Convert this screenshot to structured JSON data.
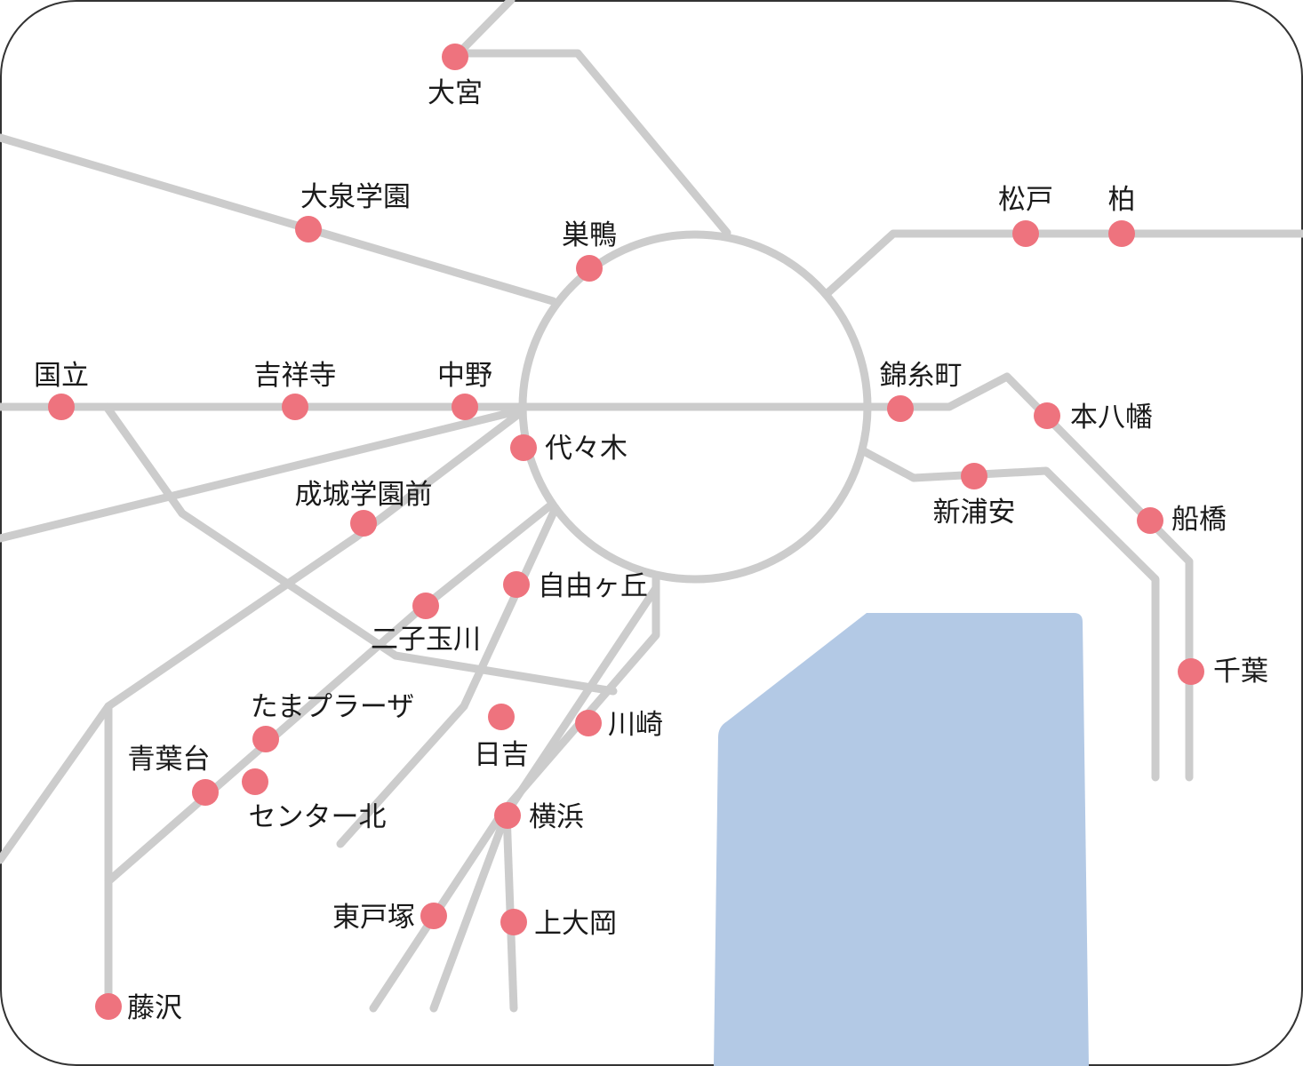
{
  "stations": [
    {
      "id": "omiya",
      "name": "大宮"
    },
    {
      "id": "oizumi-gakuen",
      "name": "大泉学園"
    },
    {
      "id": "sugamo",
      "name": "巣鴨"
    },
    {
      "id": "matsudo",
      "name": "松戸"
    },
    {
      "id": "kashiwa",
      "name": "柏"
    },
    {
      "id": "kunitachi",
      "name": "国立"
    },
    {
      "id": "kichijoji",
      "name": "吉祥寺"
    },
    {
      "id": "nakano",
      "name": "中野"
    },
    {
      "id": "kinshicho",
      "name": "錦糸町"
    },
    {
      "id": "motoyawata",
      "name": "本八幡"
    },
    {
      "id": "yoyogi",
      "name": "代々木"
    },
    {
      "id": "seijo-gakuen-mae",
      "name": "成城学園前"
    },
    {
      "id": "shin-urayasu",
      "name": "新浦安"
    },
    {
      "id": "funabashi",
      "name": "船橋"
    },
    {
      "id": "jiyugaoka",
      "name": "自由ヶ丘"
    },
    {
      "id": "futako-tamagawa",
      "name": "二子玉川"
    },
    {
      "id": "chiba",
      "name": "千葉"
    },
    {
      "id": "tama-plaza",
      "name": "たまプラーザ"
    },
    {
      "id": "kawasaki",
      "name": "川崎"
    },
    {
      "id": "hiyoshi",
      "name": "日吉"
    },
    {
      "id": "aobadai",
      "name": "青葉台"
    },
    {
      "id": "center-kita",
      "name": "センター北"
    },
    {
      "id": "yokohama",
      "name": "横浜"
    },
    {
      "id": "totsuka",
      "name": "東戸塚"
    },
    {
      "id": "kamiooka",
      "name": "上大岡"
    },
    {
      "id": "fujisawa",
      "name": "藤沢"
    }
  ],
  "colors": {
    "station": "#ee737e",
    "rail": "#cccccc",
    "sea": "#b3c9e5",
    "frame": "#333333"
  }
}
